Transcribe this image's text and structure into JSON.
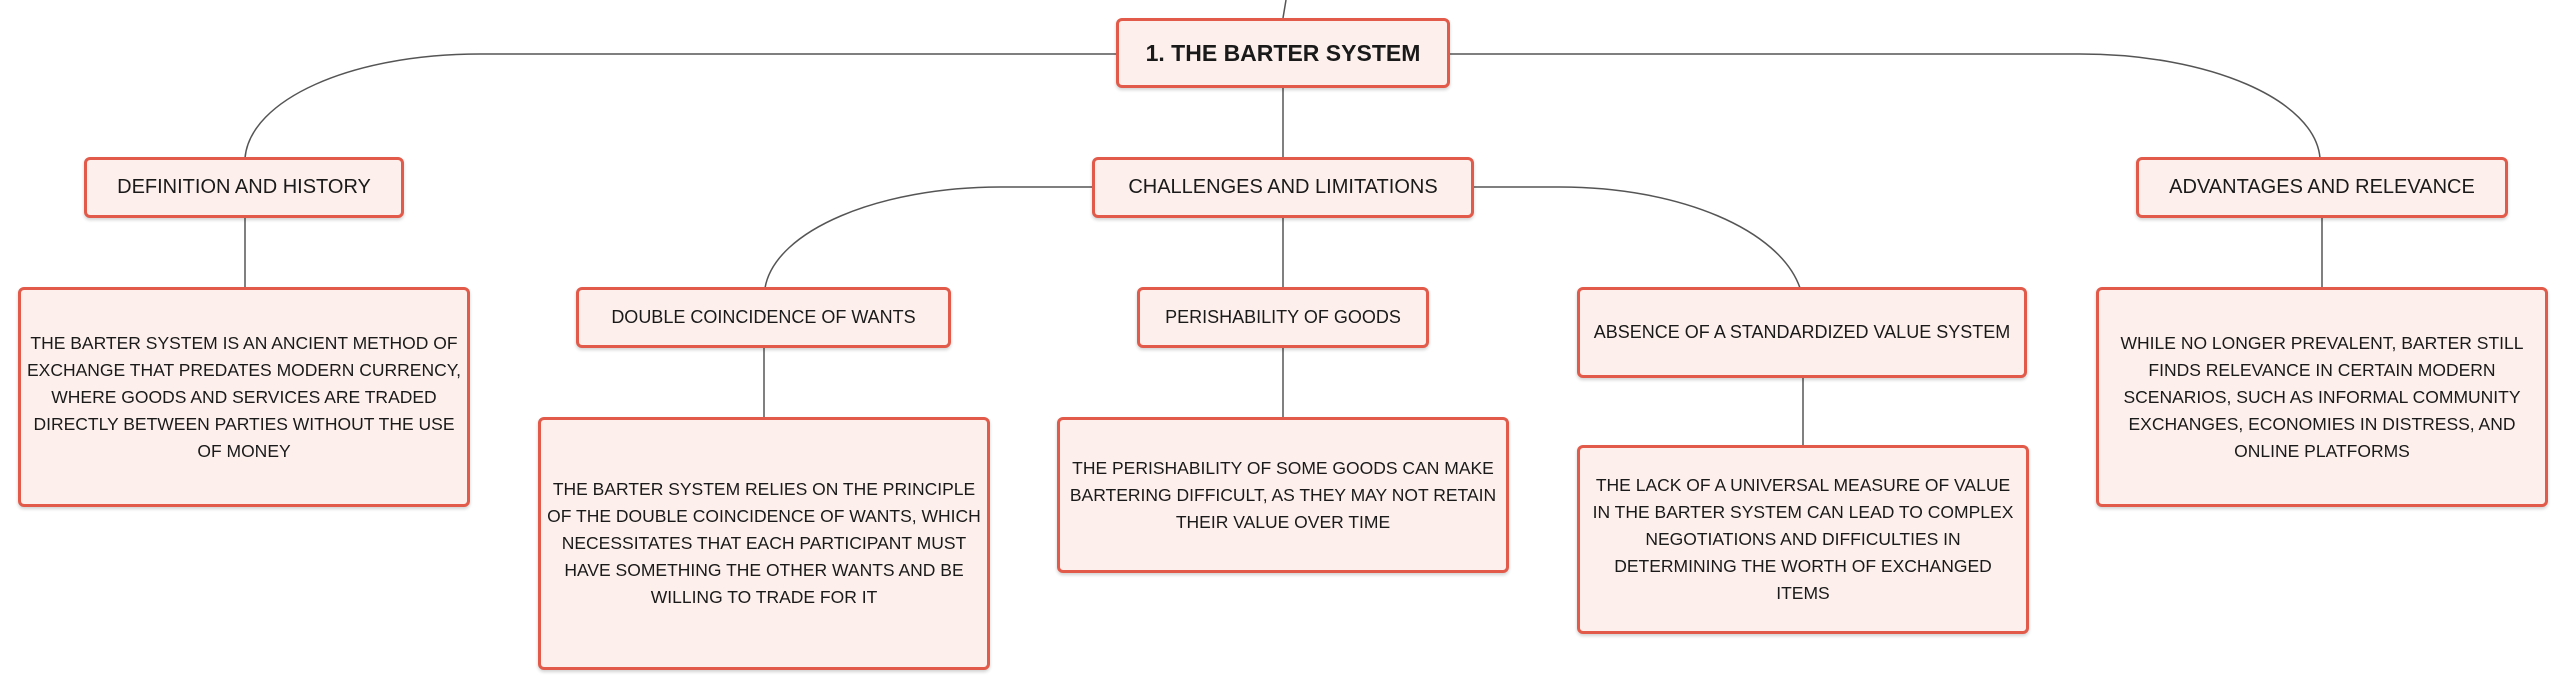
{
  "root": {
    "title": "1. THE BARTER SYSTEM"
  },
  "branches": {
    "definition": {
      "title": "DEFINITION AND HISTORY",
      "description": "THE BARTER SYSTEM IS AN ANCIENT METHOD OF EXCHANGE THAT PREDATES MODERN CURRENCY, WHERE GOODS AND SERVICES ARE TRADED DIRECTLY BETWEEN PARTIES WITHOUT THE USE OF MONEY"
    },
    "challenges": {
      "title": "CHALLENGES AND LIMITATIONS",
      "children": {
        "double_coincidence": {
          "title": "DOUBLE COINCIDENCE OF WANTS",
          "description": "THE BARTER SYSTEM RELIES ON THE PRINCIPLE OF THE DOUBLE COINCIDENCE OF WANTS, WHICH NECESSITATES THAT EACH PARTICIPANT MUST HAVE SOMETHING THE OTHER WANTS AND BE WILLING TO TRADE FOR IT"
        },
        "perishability": {
          "title": "PERISHABILITY OF GOODS",
          "description": "THE PERISHABILITY OF SOME GOODS CAN MAKE BARTERING DIFFICULT, AS THEY MAY NOT RETAIN THEIR VALUE OVER TIME"
        },
        "no_standard_value": {
          "title": "ABSENCE OF A STANDARDIZED VALUE SYSTEM",
          "description": "THE LACK OF A UNIVERSAL MEASURE OF VALUE IN THE BARTER SYSTEM CAN LEAD TO COMPLEX NEGOTIATIONS AND DIFFICULTIES IN DETERMINING THE WORTH OF EXCHANGED ITEMS"
        }
      }
    },
    "advantages": {
      "title": "ADVANTAGES AND RELEVANCE",
      "description": "WHILE NO LONGER PREVALENT, BARTER STILL FINDS RELEVANCE IN CERTAIN MODERN SCENARIOS, SUCH AS INFORMAL COMMUNITY EXCHANGES, ECONOMIES IN DISTRESS, AND ONLINE PLATFORMS"
    }
  },
  "colors": {
    "node_border": "#e25b4a",
    "node_fill": "#fdf0ec",
    "connector": "#555555",
    "text": "#1a1a1a"
  }
}
